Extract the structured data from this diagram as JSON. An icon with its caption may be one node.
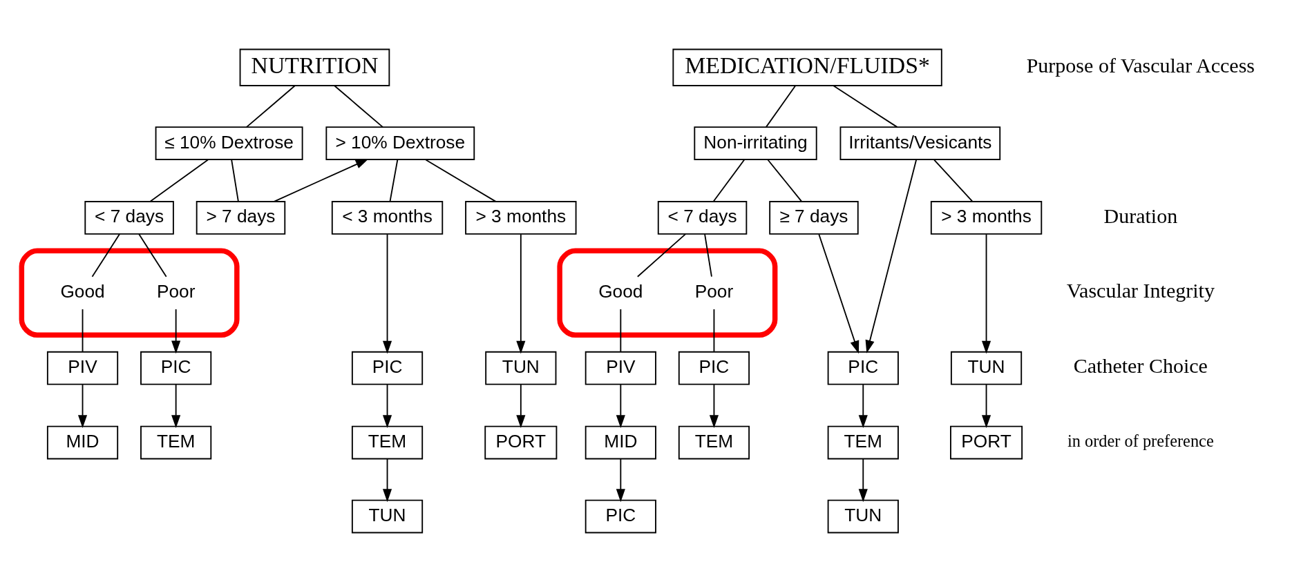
{
  "diagram": {
    "nodes": [
      {
        "text": [
          "NUTRITION"
        ]
      },
      {
        "text": [
          "≤ 10% Dextrose"
        ]
      },
      {
        "text": [
          "> 10% Dextrose"
        ]
      },
      {
        "text": [
          "< 7 days"
        ]
      },
      {
        "text": [
          "> 7 days"
        ]
      },
      {
        "text": [
          "< 3 months"
        ]
      },
      {
        "text": [
          "> 3 months"
        ]
      },
      {
        "text": [],
        "shape": "ellipse"
      },
      {
        "text": [
          "Good"
        ],
        "in": 7
      },
      {
        "text": [
          "Poor"
        ],
        "in": 7
      },
      {
        "text": [
          "PIV"
        ]
      },
      {
        "text": [
          "MID"
        ]
      },
      {
        "text": [
          "PIC"
        ]
      },
      {
        "text": [
          "TEM"
        ]
      },
      {
        "text": [
          "PIC"
        ]
      },
      {
        "text": [
          "TEM"
        ]
      },
      {
        "text": [
          "TUN"
        ]
      },
      {
        "text": [
          "TUN"
        ]
      },
      {
        "text": [
          "PORT"
        ]
      },
      {
        "text": [
          "MEDICATION/FLUIDS*"
        ]
      },
      {
        "text": [
          "Non-irritating"
        ]
      },
      {
        "text": [
          "Irritants/Vesicants"
        ]
      },
      {
        "text": [
          "< 7 days"
        ]
      },
      {
        "text": [
          "≥ 7 days"
        ]
      },
      {
        "text": [
          "> 3 months"
        ]
      },
      {
        "text": [],
        "shape": "ellipse"
      },
      {
        "text": [
          "Good"
        ],
        "in": 25
      },
      {
        "text": [
          "Poor"
        ],
        "in": 25
      },
      {
        "text": [
          "PIV"
        ]
      },
      {
        "text": [
          "MID"
        ]
      },
      {
        "text": [
          "PIC"
        ]
      },
      {
        "text": [
          "PIC"
        ]
      },
      {
        "text": [
          "TEM"
        ]
      },
      {
        "text": [
          "PIC"
        ]
      },
      {
        "text": [
          "TEM"
        ]
      },
      {
        "text": [
          "TUN"
        ]
      },
      {
        "text": [
          "TUN"
        ]
      },
      {
        "text": [
          "PORT"
        ]
      }
    ],
    "edges": [
      {
        "from": 0,
        "to": 1,
        "arrow": "none"
      },
      {
        "from": 0,
        "to": 2,
        "arrow": "none"
      },
      {
        "from": 1,
        "to": 3,
        "arrow": "none"
      },
      {
        "from": 1,
        "to": 4,
        "arrow": "none"
      },
      {
        "from": 4,
        "to": 2,
        "arrow": "to"
      },
      {
        "from": 2,
        "to": 5,
        "arrow": "none"
      },
      {
        "from": 2,
        "to": 6,
        "arrow": "none"
      },
      {
        "from": 3,
        "to": 8,
        "arrow": "none"
      },
      {
        "from": 3,
        "to": 9,
        "arrow": "none"
      },
      {
        "from": 8,
        "to": 10,
        "arrow": "none"
      },
      {
        "from": 9,
        "to": 12,
        "arrow": "to"
      },
      {
        "from": 5,
        "to": 14,
        "arrow": "to"
      },
      {
        "from": 6,
        "to": 16,
        "arrow": "to"
      },
      {
        "from": 10,
        "to": 11,
        "arrow": "to"
      },
      {
        "from": 12,
        "to": 13,
        "arrow": "to"
      },
      {
        "from": 14,
        "to": 15,
        "arrow": "to"
      },
      {
        "from": 15,
        "to": 17,
        "arrow": "to"
      },
      {
        "from": 16,
        "to": 18,
        "arrow": "to"
      },
      {
        "from": 19,
        "to": 20,
        "arrow": "none"
      },
      {
        "from": 19,
        "to": 21,
        "arrow": "none"
      },
      {
        "from": 20,
        "to": 22,
        "arrow": "none"
      },
      {
        "from": 20,
        "to": 23,
        "arrow": "none"
      },
      {
        "from": 21,
        "to": 24,
        "arrow": "none"
      },
      {
        "from": 21,
        "to": 33,
        "arrow": "to"
      },
      {
        "from": 23,
        "to": 33,
        "arrow": "to"
      },
      {
        "from": 22,
        "to": 26,
        "arrow": "none"
      },
      {
        "from": 22,
        "to": 27,
        "arrow": "none"
      },
      {
        "from": 26,
        "to": 28,
        "arrow": "none"
      },
      {
        "from": 27,
        "to": 31,
        "arrow": "none"
      },
      {
        "from": 24,
        "to": 36,
        "arrow": "to"
      },
      {
        "from": 28,
        "to": 29,
        "arrow": "to"
      },
      {
        "from": 29,
        "to": 30,
        "arrow": "to"
      },
      {
        "from": 31,
        "to": 32,
        "arrow": "to"
      },
      {
        "from": 33,
        "to": 34,
        "arrow": "to"
      },
      {
        "from": 34,
        "to": 35,
        "arrow": "to"
      },
      {
        "from": 36,
        "to": 37,
        "arrow": "to"
      }
    ],
    "labels": [
      "Purpose of Vascular Access",
      "Duration",
      "Vascular Integrity",
      "Catheter Choice",
      "in order of preference"
    ]
  }
}
